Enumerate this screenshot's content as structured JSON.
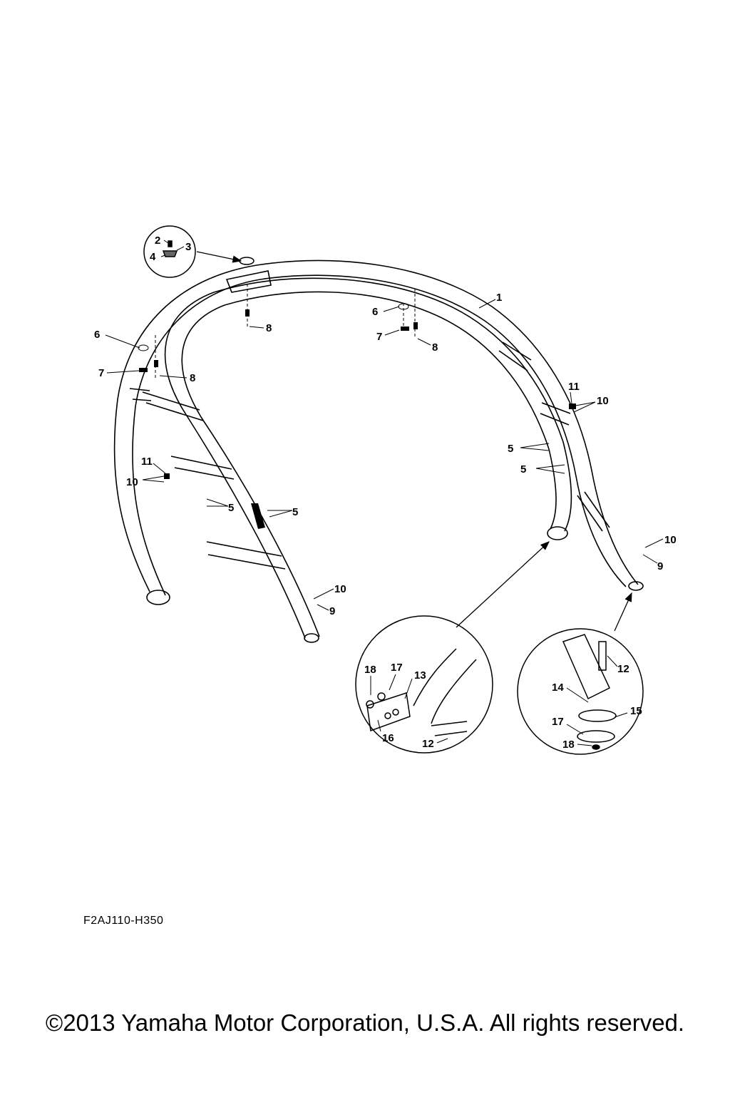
{
  "diagram_code": "F2AJ110-H350",
  "copyright": "©2013 Yamaha Motor Corporation, U.S.A. All rights reserved.",
  "callouts": [
    {
      "id": "c1",
      "text": "1"
    },
    {
      "id": "c2",
      "text": "2"
    },
    {
      "id": "c3",
      "text": "3"
    },
    {
      "id": "c4",
      "text": "4"
    },
    {
      "id": "c5a",
      "text": "5"
    },
    {
      "id": "c5b",
      "text": "5"
    },
    {
      "id": "c5c",
      "text": "5"
    },
    {
      "id": "c5d",
      "text": "5"
    },
    {
      "id": "c6a",
      "text": "6"
    },
    {
      "id": "c6b",
      "text": "6"
    },
    {
      "id": "c7a",
      "text": "7"
    },
    {
      "id": "c7b",
      "text": "7"
    },
    {
      "id": "c8a",
      "text": "8"
    },
    {
      "id": "c8b",
      "text": "8"
    },
    {
      "id": "c8c",
      "text": "8"
    },
    {
      "id": "c9a",
      "text": "9"
    },
    {
      "id": "c9b",
      "text": "9"
    },
    {
      "id": "c10a",
      "text": "10"
    },
    {
      "id": "c10b",
      "text": "10"
    },
    {
      "id": "c10c",
      "text": "10"
    },
    {
      "id": "c10d",
      "text": "10"
    },
    {
      "id": "c11a",
      "text": "11"
    },
    {
      "id": "c11b",
      "text": "11"
    },
    {
      "id": "c12a",
      "text": "12"
    },
    {
      "id": "c12b",
      "text": "12"
    },
    {
      "id": "c13",
      "text": "13"
    },
    {
      "id": "c14",
      "text": "14"
    },
    {
      "id": "c15",
      "text": "15"
    },
    {
      "id": "c16",
      "text": "16"
    },
    {
      "id": "c17a",
      "text": "17"
    },
    {
      "id": "c17b",
      "text": "17"
    },
    {
      "id": "c18a",
      "text": "18"
    },
    {
      "id": "c18b",
      "text": "18"
    }
  ]
}
